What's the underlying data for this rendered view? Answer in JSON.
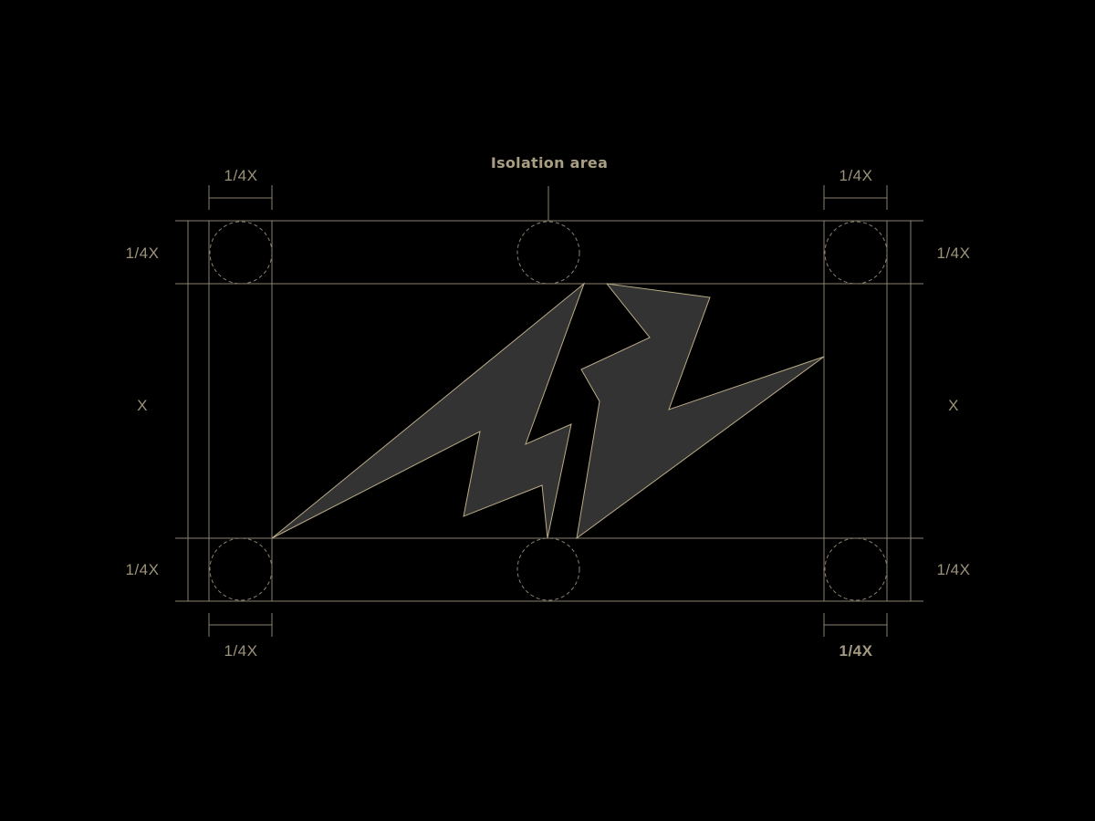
{
  "diagram": {
    "title": "Isolation area",
    "quarter_label": "1/4X",
    "full_label": "X",
    "labels": {
      "top_left": "1/4X",
      "top_right": "1/4X",
      "left_top": "1/4X",
      "left_middle": "X",
      "left_bottom": "1/4X",
      "right_top": "1/4X",
      "right_middle": "X",
      "right_bottom": "1/4X",
      "bottom_left": "1/4X",
      "bottom_right": "1/4X"
    },
    "colors": {
      "background": "#000000",
      "guide": "#8b8270",
      "text": "#9c927a",
      "logo_fill": "#333333",
      "logo_stroke": "#b9ab85"
    },
    "icons": {
      "logo": "lightning-bolt-logo-icon",
      "clearance": "dashed-circle-icon"
    }
  }
}
